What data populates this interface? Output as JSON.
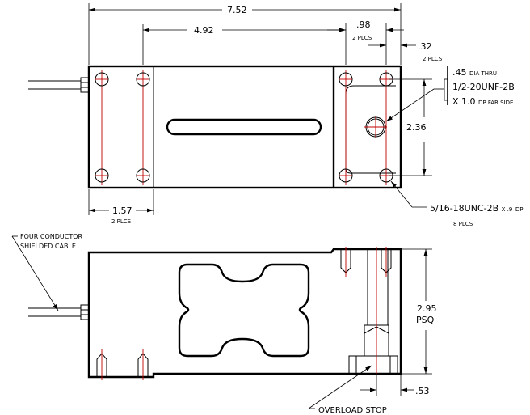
{
  "title": "Single point load cell dimensional drawing",
  "colors": {
    "outline": "#000000",
    "centerline": "#c00000"
  },
  "top_view": {
    "dim_overall_length": "7.52",
    "dim_hole_span": "4.92",
    "dim_hole_pitch": ".98",
    "dim_hole_pitch_note": "2 PLCS",
    "dim_edge_offset": ".32",
    "dim_edge_offset_note": "2 PLCS",
    "dim_hole_row_spacing": "2.36",
    "dim_left_block": "1.57",
    "dim_left_block_note": "2 PLCS",
    "callout_thru_hole": {
      "line1_main": ".45",
      "line1_small": "DIA   THRU",
      "line2": "1/2-20UNF-2B",
      "line3_main": "X 1.0",
      "line3_small": "DP FAR SIDE"
    },
    "callout_tapped_holes": {
      "main": "5/16-18UNC-2B",
      "small": "X .9",
      "dp": "DP",
      "note": "8 PLCS"
    }
  },
  "side_view": {
    "cable_label_line1": "FOUR CONDUCTOR",
    "cable_label_line2": "SHIELDED CABLE",
    "dim_height": "2.95",
    "dim_height_note": "PSQ",
    "dim_stop_offset": ".53",
    "overload_label": "OVERLOAD STOP"
  }
}
